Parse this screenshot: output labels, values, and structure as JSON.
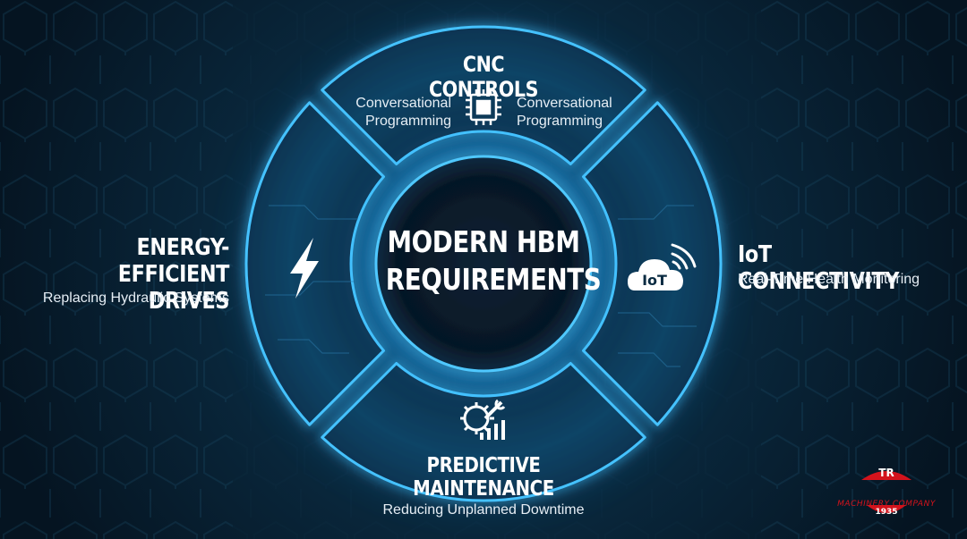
{
  "center": {
    "line1": "MODERN HBM",
    "line2": "REQUIREMENTS"
  },
  "top": {
    "title": "CNC CONTROLS",
    "left_text_1": "Conversational",
    "left_text_2": "Programming",
    "right_text_1": "Conversational",
    "right_text_2": "Programming",
    "icon": "cpu-chip-icon"
  },
  "left": {
    "title_1": "ENERGY-EFFICIENT",
    "title_2": "DRIVES",
    "subtitle": "Replacing Hydraulic Systems",
    "icon": "lightning-bolt-icon"
  },
  "right": {
    "title": "IoT CONNECTIVITY",
    "subtitle": "Real-Time Health Monitoring",
    "icon_label": "IoT",
    "icon": "cloud-iot-icon"
  },
  "bottom": {
    "title": "PREDICTIVE MAINTENANCE",
    "subtitle": "Reducing Unplanned Downtime",
    "icon": "gear-wrench-chart-icon"
  },
  "logo": {
    "top": "TR",
    "middle": "MACHINERY COMPANY",
    "bottom": "1935"
  },
  "colors": {
    "background": "#071a28",
    "glow": "#2fb4ff",
    "segment": "#0d3a5a",
    "logo_red": "#d3131c"
  }
}
